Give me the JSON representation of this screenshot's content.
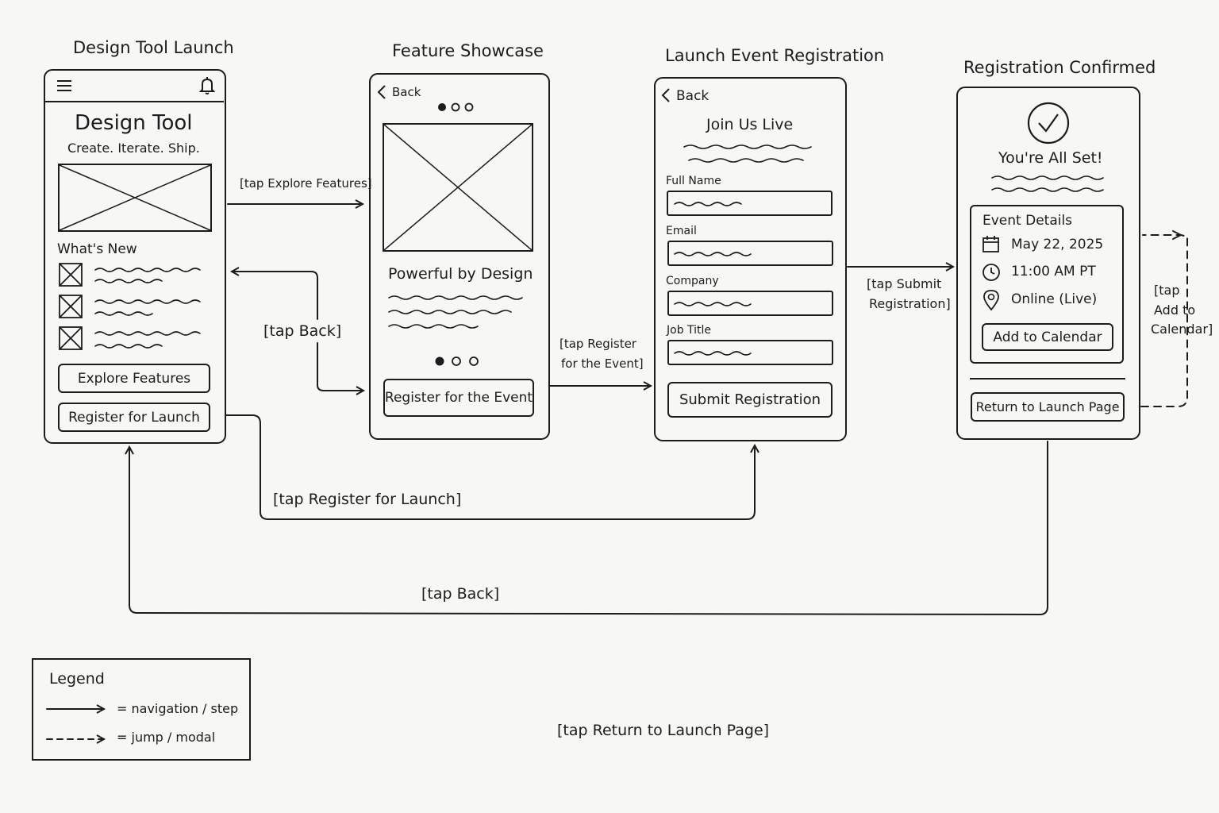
{
  "screens": {
    "launch": {
      "title": "Design Tool Launch",
      "app_title": "Design Tool",
      "tagline": "Create. Iterate. Ship.",
      "section_title": "What's New",
      "explore_button": "Explore Features",
      "register_button": "Register for Launch"
    },
    "showcase": {
      "title": "Feature Showcase",
      "back": "Back",
      "heading": "Powerful by Design",
      "register_button": "Register for the Event"
    },
    "registration": {
      "title": "Launch Event Registration",
      "back": "Back",
      "heading": "Join Us Live",
      "fields": [
        "Full Name",
        "Email",
        "Company",
        "Job Title"
      ],
      "submit_button": "Submit Registration"
    },
    "confirmed": {
      "title": "Registration Confirmed",
      "heading": "You're All Set!",
      "details_title": "Event Details",
      "date": "May 22, 2025",
      "time": "11:00 AM PT",
      "location": "Online (Live)",
      "calendar_button": "Add to Calendar",
      "return_button": "Return to Launch Page"
    }
  },
  "edges": {
    "explore": "[tap Explore Features]",
    "back1": "[tap Back]",
    "register_event_1": "[tap Register",
    "register_event_2": "for the Event]",
    "register_launch": "[tap Register for Launch]",
    "submit_1": "[tap Submit",
    "submit_2": "Registration]",
    "calendar_1": "[tap",
    "calendar_2": "Add to",
    "calendar_3": "Calendar]",
    "back2": "[tap Back]",
    "return": "[tap Return to Launch Page]"
  },
  "legend": {
    "title": "Legend",
    "solid": "= navigation / step",
    "dashed": "= jump / modal"
  },
  "icons": {
    "menu": "hamburger-menu-icon",
    "bell": "bell-icon",
    "calendar": "calendar-icon",
    "clock": "clock-icon",
    "location": "location-pin-icon",
    "check": "checkmark-icon"
  }
}
